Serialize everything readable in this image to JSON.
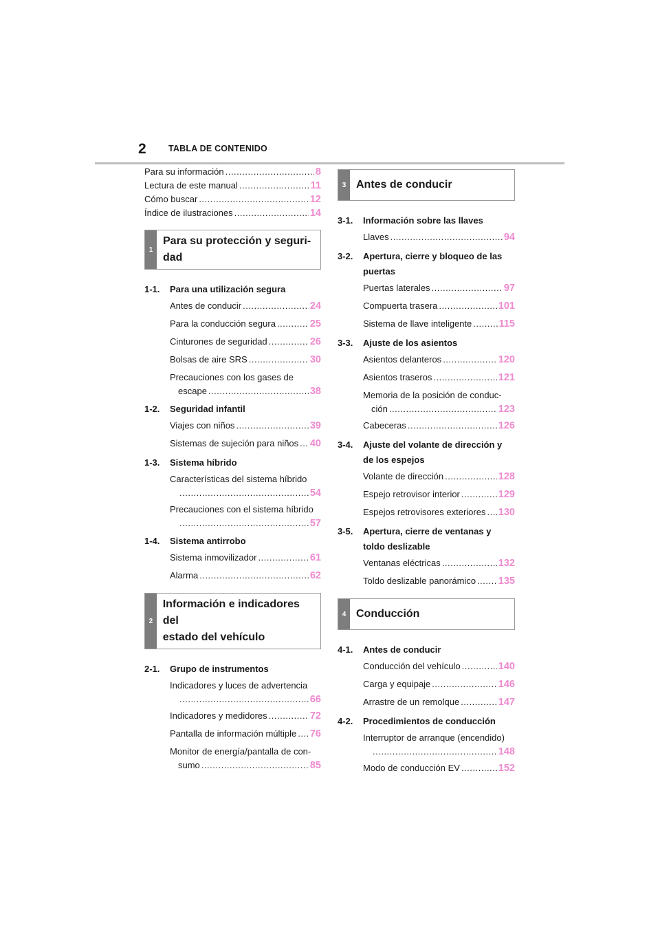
{
  "header": {
    "page_number": "2",
    "title": "TABLA DE CONTENIDO"
  },
  "intro": [
    {
      "label": "Para su información",
      "page": "8"
    },
    {
      "label": "Lectura de este manual",
      "page": "11"
    },
    {
      "label": "Cómo buscar",
      "page": "12"
    },
    {
      "label": "Índice de ilustraciones",
      "page": "14"
    }
  ],
  "s1": {
    "num": "1",
    "title": "Para su protección y seguri-",
    "title2": "dad",
    "sub1": {
      "num": "1-1.",
      "title": "Para una utilización segura",
      "e1": {
        "label": "Antes de conducir",
        "page": "24"
      },
      "e2": {
        "label": "Para la conducción segura",
        "page": "25"
      },
      "e3": {
        "label": "Cinturones de seguridad",
        "page": "26"
      },
      "e4": {
        "label": "Bolsas de aire SRS",
        "page": "30"
      },
      "e5": {
        "label": "Precauciones con los gases de",
        "label2": "escape",
        "page": "38"
      }
    },
    "sub2": {
      "num": "1-2.",
      "title": "Seguridad infantil",
      "e1": {
        "label": "Viajes con niños",
        "page": "39"
      },
      "e2": {
        "label": "Sistemas de sujeción para niños",
        "page": "40"
      }
    },
    "sub3": {
      "num": "1-3.",
      "title": "Sistema híbrido",
      "e1": {
        "label": "Características del sistema híbrido",
        "page": "54"
      },
      "e2": {
        "label": "Precauciones con el sistema híbrido",
        "page": "57"
      }
    },
    "sub4": {
      "num": "1-4.",
      "title": "Sistema antirrobo",
      "e1": {
        "label": "Sistema inmovilizador",
        "page": "61"
      },
      "e2": {
        "label": "Alarma",
        "page": "62"
      }
    }
  },
  "s2": {
    "num": "2",
    "title": "Información e indicadores del",
    "title2": "estado del vehículo",
    "sub1": {
      "num": "2-1.",
      "title": "Grupo de instrumentos",
      "e1": {
        "label": "Indicadores y luces de advertencia",
        "page": "66"
      },
      "e2": {
        "label": "Indicadores y medidores",
        "page": "72"
      },
      "e3": {
        "label": "Pantalla de información múltiple",
        "page": "76"
      },
      "e4": {
        "label": "Monitor de energía/pantalla de con-",
        "label2": "sumo",
        "page": "85"
      }
    }
  },
  "s3": {
    "num": "3",
    "title": "Antes de conducir",
    "sub1": {
      "num": "3-1.",
      "title": "Información sobre las llaves",
      "e1": {
        "label": "Llaves",
        "page": "94"
      }
    },
    "sub2": {
      "num": "3-2.",
      "title": "Apertura, cierre y bloqueo de las",
      "title2": "puertas",
      "e1": {
        "label": "Puertas laterales",
        "page": "97"
      },
      "e2": {
        "label": "Compuerta trasera",
        "page": "101"
      },
      "e3": {
        "label": "Sistema de llave inteligente",
        "page": "115"
      }
    },
    "sub3": {
      "num": "3-3.",
      "title": "Ajuste de los asientos",
      "e1": {
        "label": "Asientos delanteros",
        "page": "120"
      },
      "e2": {
        "label": "Asientos traseros",
        "page": "121"
      },
      "e3": {
        "label": "Memoria de la posición de conduc-",
        "label2": "ción",
        "page": "123"
      },
      "e4": {
        "label": "Cabeceras",
        "page": "126"
      }
    },
    "sub4": {
      "num": "3-4.",
      "title": "Ajuste del volante de dirección y",
      "title2": "de los espejos",
      "e1": {
        "label": "Volante de dirección",
        "page": "128"
      },
      "e2": {
        "label": "Espejo retrovisor interior",
        "page": "129"
      },
      "e3": {
        "label": "Espejos retrovisores exteriores",
        "page": "130"
      }
    },
    "sub5": {
      "num": "3-5.",
      "title": "Apertura, cierre de ventanas y",
      "title2": "toldo deslizable",
      "e1": {
        "label": "Ventanas eléctricas",
        "page": "132"
      },
      "e2": {
        "label": "Toldo deslizable panorámico",
        "page": "135"
      }
    }
  },
  "s4": {
    "num": "4",
    "title": "Conducción",
    "sub1": {
      "num": "4-1.",
      "title": "Antes de conducir",
      "e1": {
        "label": "Conducción del vehículo",
        "page": "140"
      },
      "e2": {
        "label": "Carga y equipaje",
        "page": "146"
      },
      "e3": {
        "label": "Arrastre de un remolque",
        "page": "147"
      }
    },
    "sub2": {
      "num": "4-2.",
      "title": "Procedimientos de conducción",
      "e1": {
        "label": "Interruptor de arranque (encendido)",
        "page": "148"
      },
      "e2": {
        "label": "Modo de conducción EV",
        "page": "152"
      }
    }
  }
}
